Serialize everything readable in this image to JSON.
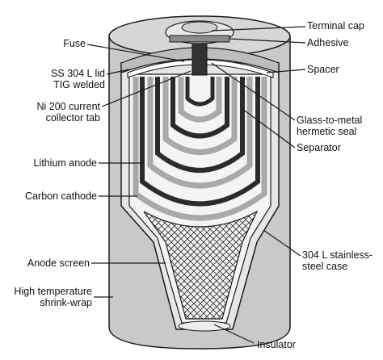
{
  "labels": {
    "terminal_cap": "Terminal cap",
    "fuse": "Fuse",
    "adhesive": "Adhesive",
    "ss_lid": "SS 304 L lid\nTIG welded",
    "spacer": "Spacer",
    "ni_tab": "Ni 200 current\ncollector tab",
    "glass_seal": "Glass-to-metal\nhermetic seal",
    "separator": "Separator",
    "lithium_anode": "Lithium anode",
    "carbon_cathode": "Carbon cathode",
    "steel_case": "304 L stainless-\nsteel case",
    "anode_screen": "Anode screen",
    "shrink_wrap": "High temperature\nshrink-wrap",
    "insulator": "Insulator"
  },
  "colors": {
    "outline": "#1a1a1a",
    "wrap": "#c9c9c9",
    "case": "#e2e2e2",
    "anode": "#2b2b2b",
    "cathode": "#a9a9a9",
    "separator": "#f2f2f2"
  }
}
